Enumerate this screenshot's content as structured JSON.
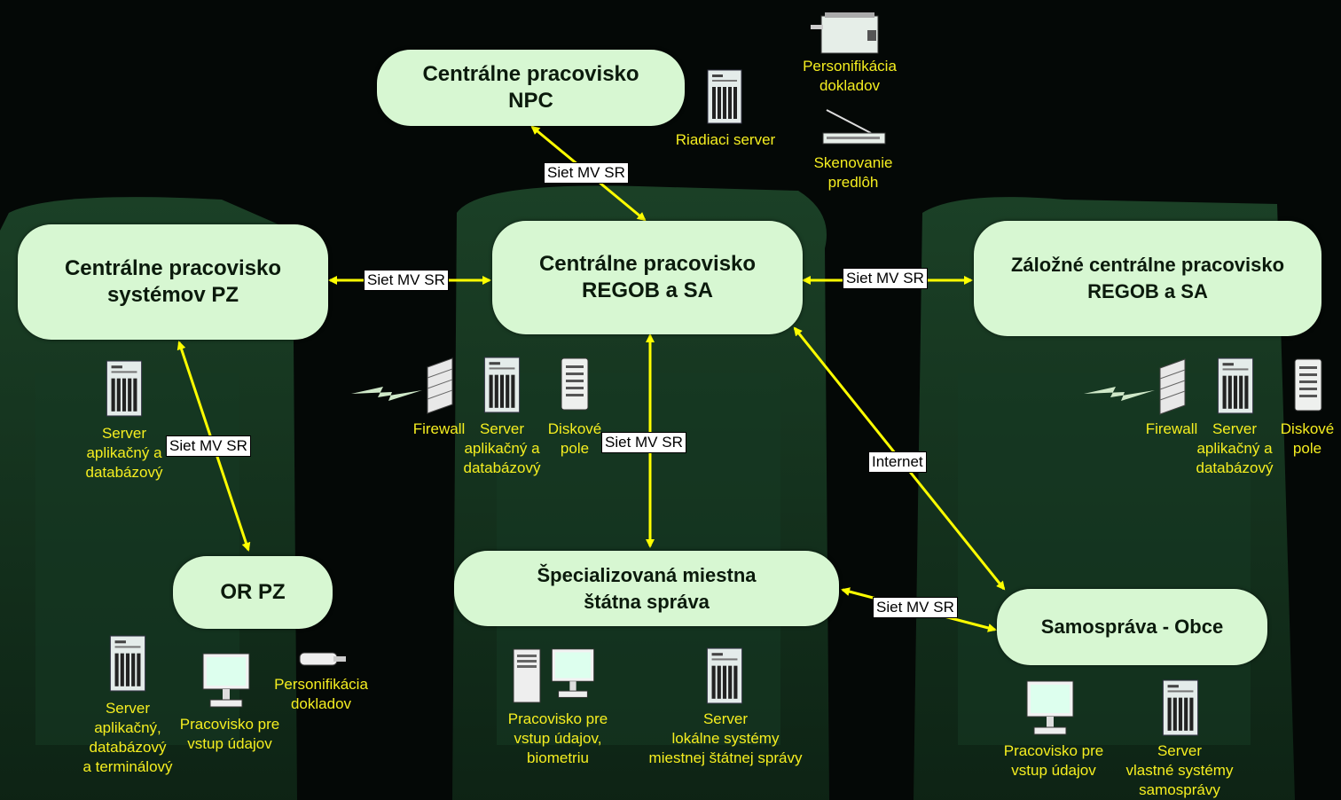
{
  "nodes": {
    "npc": "Centrálne pracovisko\nNPC",
    "pz": "Centrálne pracovisko\nsystémov PZ",
    "regob": "Centrálne pracovisko\nREGOB a SA",
    "zalozne": "Záložné centrálne pracovisko\nREGOB a SA",
    "orpz": "OR PZ",
    "spec": "Špecializovaná miestna\nštátna správa",
    "obce": "Samospráva - Obce"
  },
  "links": {
    "npc_regob": "Siet MV SR",
    "pz_regob": "Siet MV SR",
    "regob_zalozne": "Siet MV SR",
    "pz_orpz": "Siet MV SR",
    "regob_spec": "Siet MV SR",
    "regob_obce": "Internet",
    "spec_obce": "Siet MV SR"
  },
  "captions": {
    "riadiaci": "Riadiaci server",
    "personifikacia_top": "Personifikácia\ndokladov",
    "skenovanie": "Skenovanie\npredlôh",
    "pz_server": "Server\naplikačný a\ndatabázový",
    "firewall_c": "Firewall",
    "server_c": "Server\naplikačný a\ndatabázový",
    "disk_c": "Diskové\npole",
    "firewall_z": "Firewall",
    "server_z": "Server\naplikačný a\ndatabázový",
    "disk_z": "Diskové\npole",
    "orpz_server": "Server\naplikačný,\ndatabázový\na terminálový",
    "orpz_prac": "Pracovisko pre\nvstup údajov",
    "orpz_pers": "Personifikácia\ndokladov",
    "spec_prac": "Pracovisko pre\nvstup údajov,\nbiometriu",
    "spec_server": "Server\nlokálne systémy\nmiestnej štátnej správy",
    "obce_prac": "Pracovisko pre\nvstup údajov",
    "obce_server": "Server\nvlastné systémy\nsamosprávy"
  },
  "icons": [
    "server-icon",
    "printer-icon",
    "scanner-icon",
    "firewall-icon",
    "disk-array-icon",
    "monitor-icon",
    "card-printer-icon",
    "lightning-icon"
  ],
  "colors": {
    "node_fill": "#d7f7d2",
    "link": "#ffff00",
    "caption": "#f5ee20",
    "background": "#050a06"
  }
}
